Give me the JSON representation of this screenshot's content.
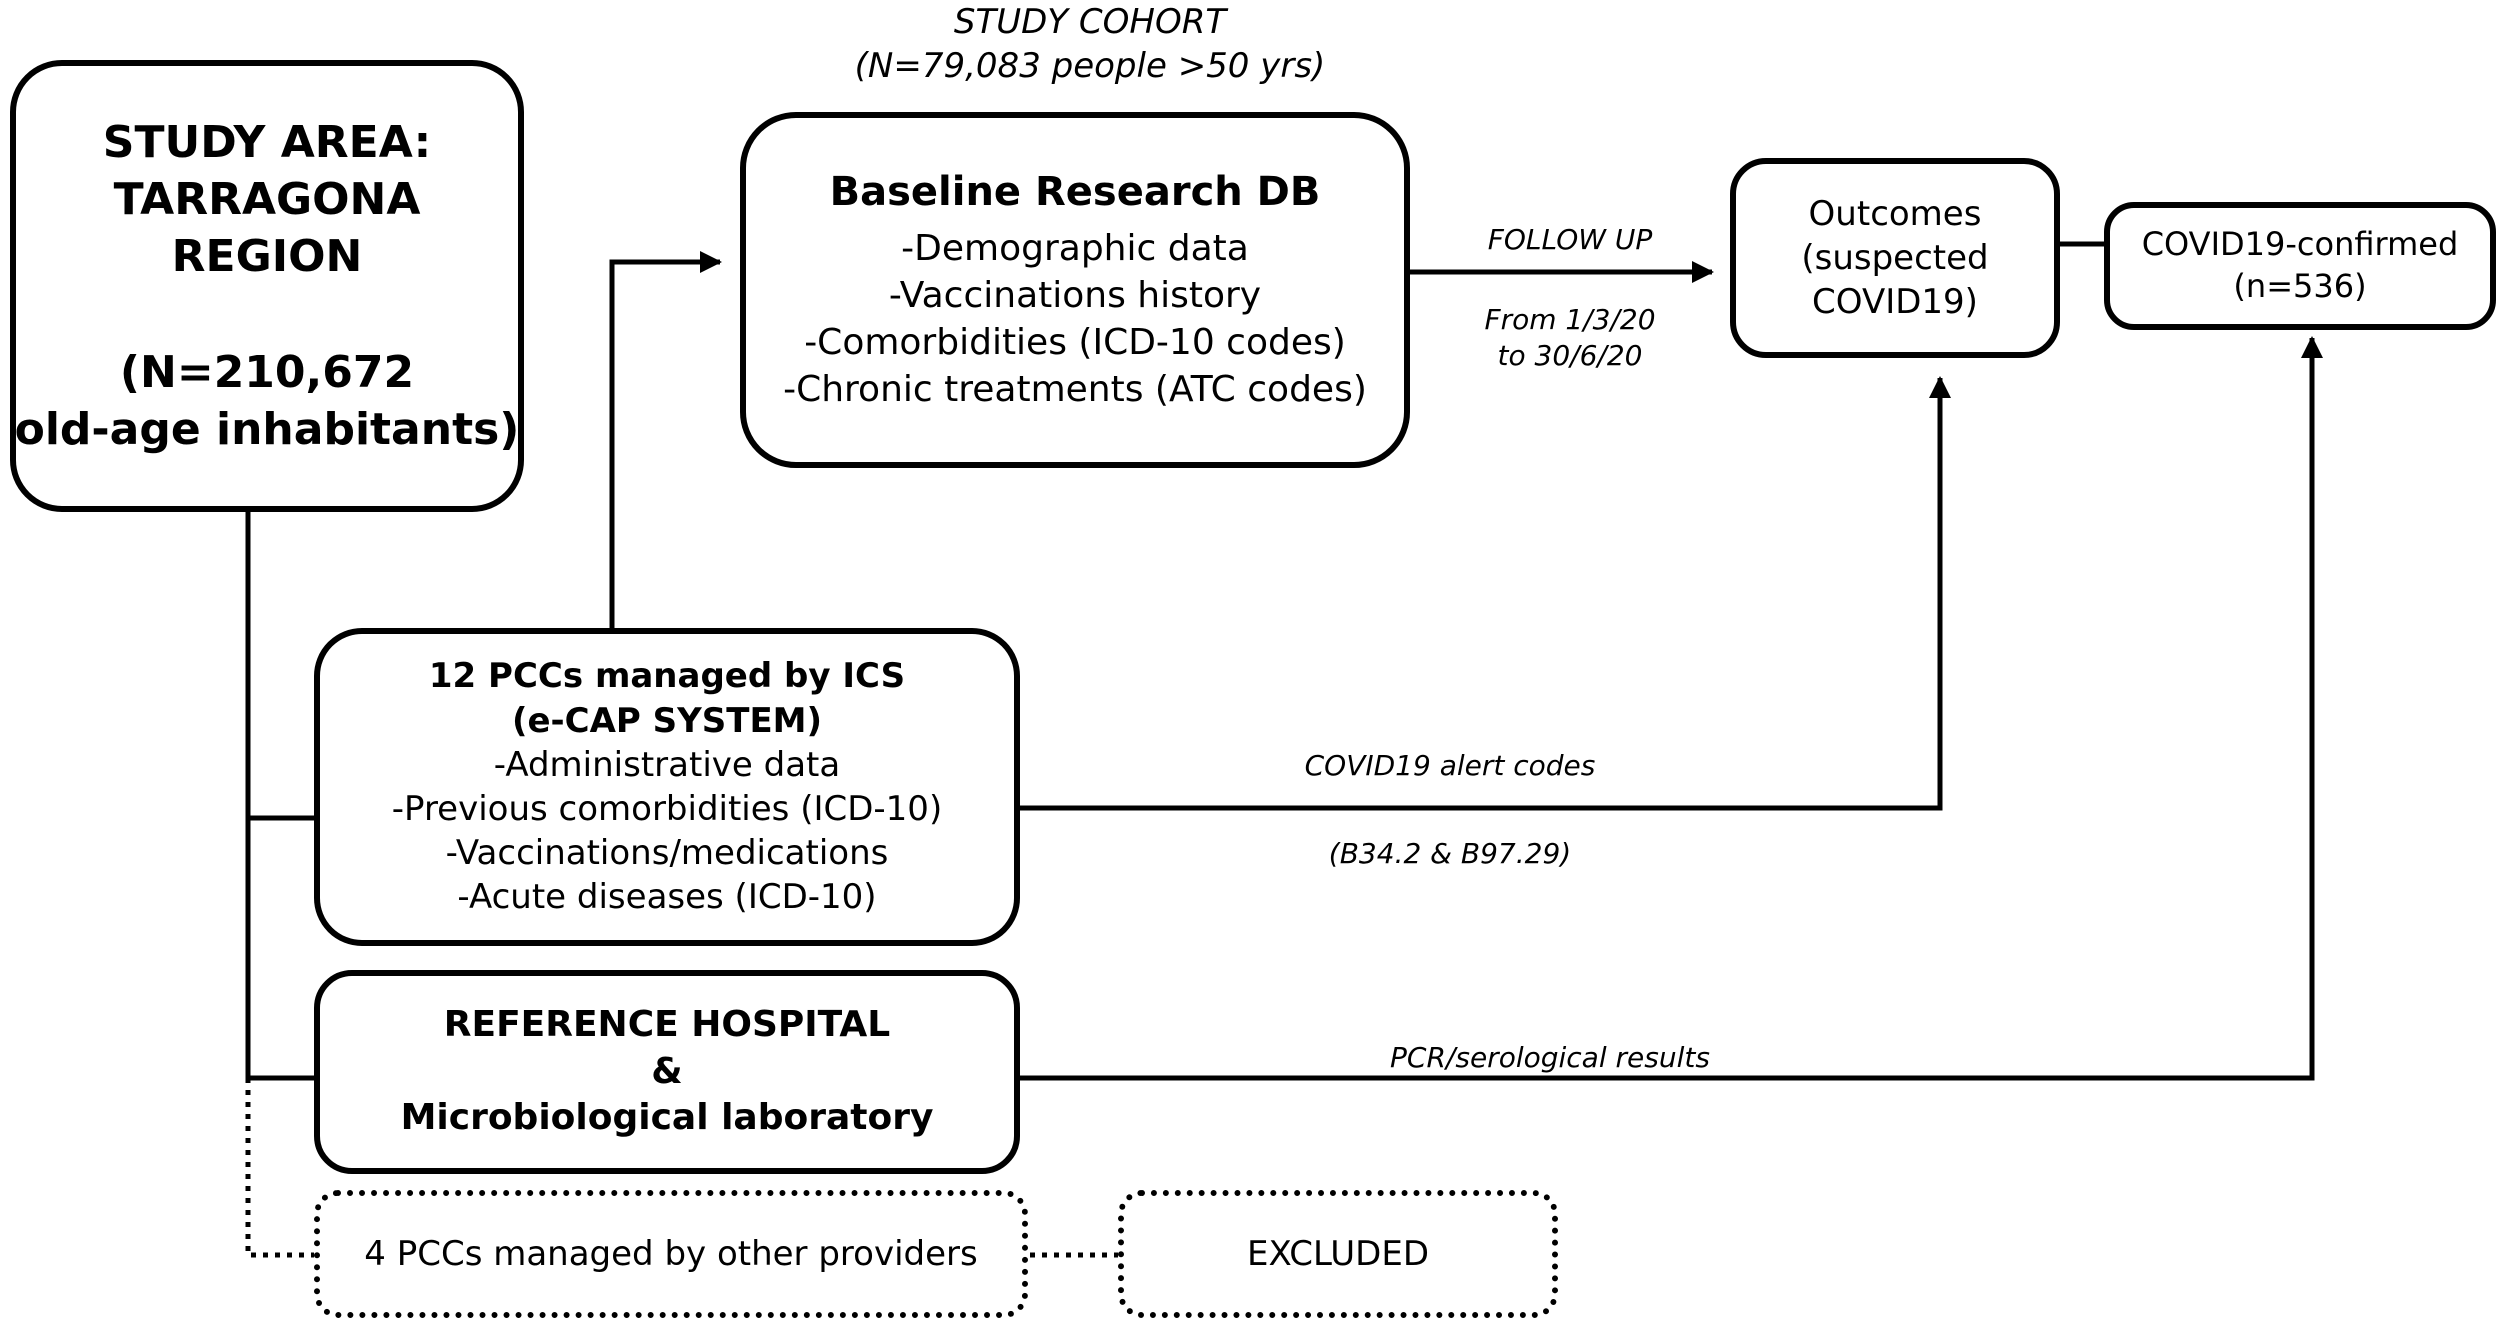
{
  "study_area": {
    "title_line1": "STUDY AREA:",
    "title_line2": "TARRAGONA",
    "title_line3": "REGION",
    "count_line1": "(N=210,672",
    "count_line2": "old-age inhabitants)"
  },
  "cohort": {
    "heading_line1": "STUDY COHORT",
    "heading_line2": "(N=79,083 people >50 yrs)"
  },
  "baseline_db": {
    "title": "Baseline Research DB",
    "items": [
      "-Demographic data",
      "-Vaccinations history",
      "-Comorbidities (ICD-10 codes)",
      "-Chronic treatments (ATC codes)"
    ]
  },
  "follow_up": {
    "label": "FOLLOW UP",
    "period_line1": "From 1/3/20",
    "period_line2": "to 30/6/20"
  },
  "outcomes": {
    "line1": "Outcomes",
    "line2": "(suspected",
    "line3": "COVID19)"
  },
  "confirmed": {
    "line1": "COVID19-confirmed",
    "line2": "(n=536)"
  },
  "pcc_ics": {
    "title_line1": "12 PCCs managed by ICS",
    "title_line2": "(e-CAP SYSTEM)",
    "items": [
      "-Administrative data",
      "-Previous comorbidities (ICD-10)",
      "-Vaccinations/medications",
      "-Acute diseases (ICD-10)"
    ]
  },
  "alert": {
    "label": "COVID19 alert codes",
    "codes": "(B34.2 & B97.29)"
  },
  "hospital": {
    "line1": "REFERENCE HOSPITAL",
    "line2": "&",
    "line3": "Microbiological laboratory"
  },
  "pcr": {
    "label": "PCR/serological results"
  },
  "other_pccs": {
    "label": "4 PCCs managed by other providers"
  },
  "excluded": {
    "label": "EXCLUDED"
  }
}
